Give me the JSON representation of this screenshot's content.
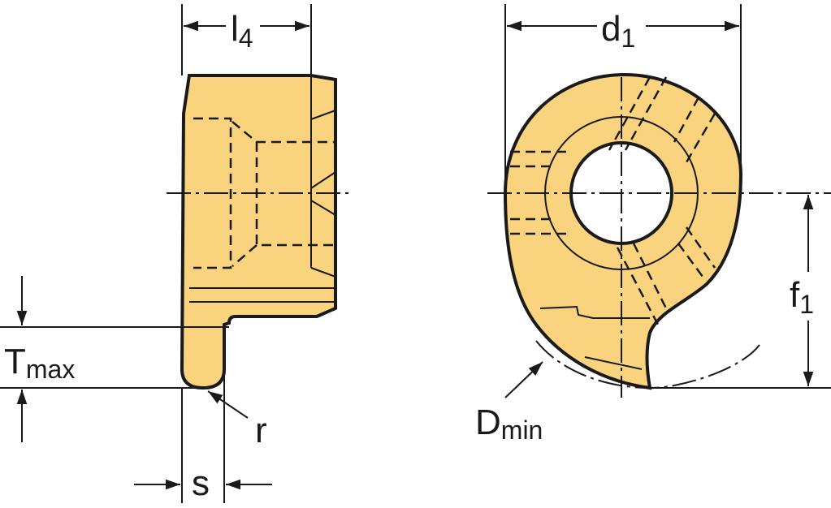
{
  "colors": {
    "body_fill": "#F9D37E",
    "line": "#1a1a1a",
    "background": "#FFFFFF"
  },
  "labels": {
    "l4": {
      "main": "l",
      "sub": "4"
    },
    "d1": {
      "main": "d",
      "sub": "1"
    },
    "f1": {
      "main": "f",
      "sub": "1"
    },
    "tmax": {
      "main": "T",
      "sub": "max"
    },
    "r": {
      "main": "r"
    },
    "s": {
      "main": "s"
    },
    "dmin": {
      "main": "D",
      "sub": "min"
    }
  }
}
